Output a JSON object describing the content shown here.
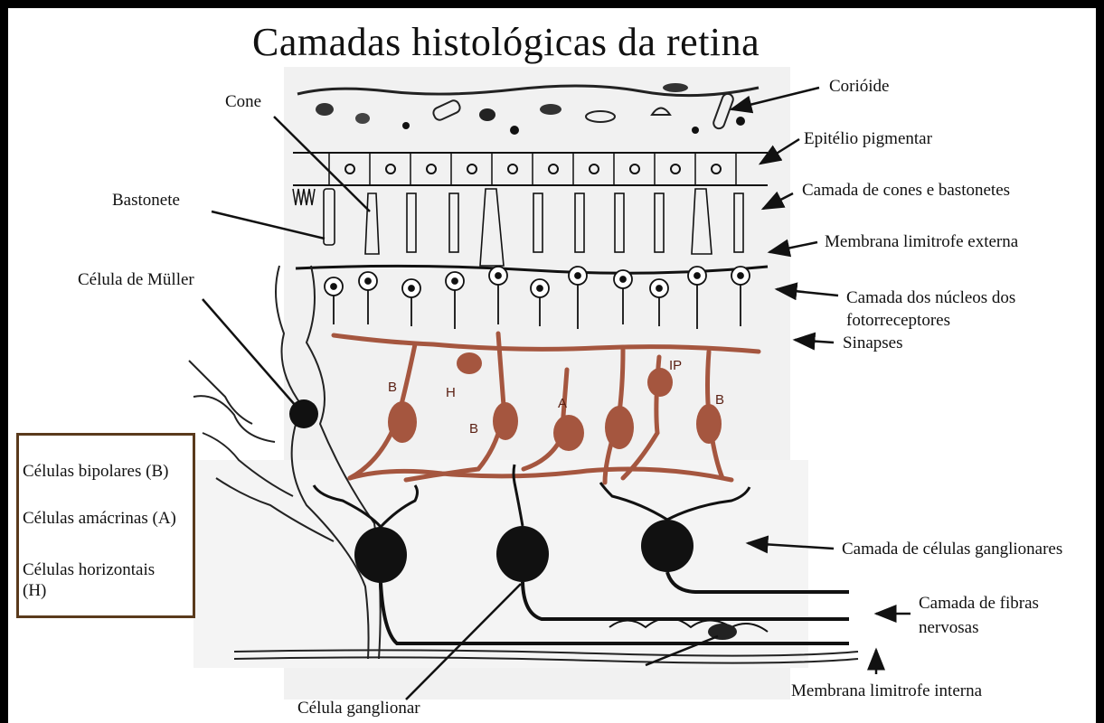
{
  "title": "Camadas histológicas da retina",
  "labels": {
    "corioide": "Corióide",
    "epitelio": "Epitélio pigmentar",
    "cones_bastonetes": "Camada de cones e bastonetes",
    "membrana_externa": "Membrana limitrofe externa",
    "nucleos_1": "Camada dos núcleos dos",
    "nucleos_2": "fotorreceptores",
    "sinapses": "Sinapses",
    "ganglionares": "Camada de células ganglionares",
    "fibras_1": "Camada de fibras",
    "fibras_2": "nervosas",
    "membrana_interna": "Membrana limitrofe interna",
    "cone": "Cone",
    "bastonete": "Bastonete",
    "muller": "Célula de Müller",
    "ganglionar": "Célula ganglionar"
  },
  "cell_letters": {
    "b1": "B",
    "h": "H",
    "b2": "B",
    "a": "A",
    "ip": "IP",
    "b3": "B"
  },
  "legend": {
    "bipolares": "Células bipolares (B)",
    "amacrinas": "Células amácrinas (A)",
    "horizontais_1": "Células horizontais",
    "horizontais_2": "(H)"
  },
  "colors": {
    "cell_brown": "#a5563f",
    "ink": "#111111",
    "legend_border": "#5a3a1c"
  }
}
